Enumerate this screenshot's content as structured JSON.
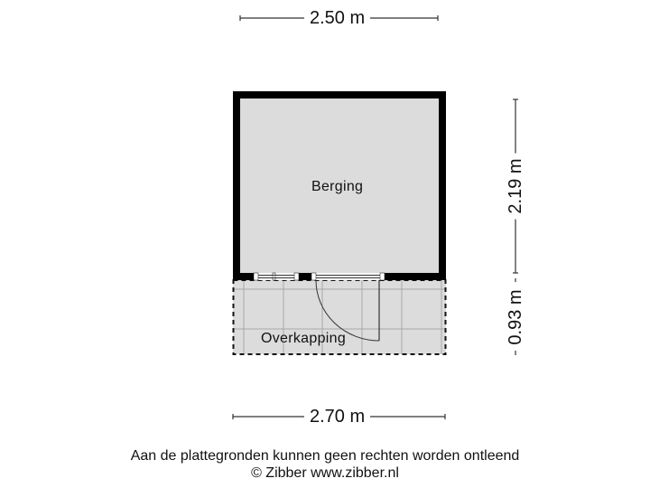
{
  "dimensions": {
    "top": "2.50 m",
    "bottom": "2.70 m",
    "right_upper": "2.19 m",
    "right_lower": "0.93 m"
  },
  "rooms": [
    {
      "name": "Berging"
    },
    {
      "name": "Overkapping"
    }
  ],
  "footer": {
    "disclaimer": "Aan de plattegronden kunnen geen rechten worden ontleend",
    "copyright": "© Zibber www.zibber.nl"
  },
  "colors": {
    "wall": "#000000",
    "floor": "#dcdcdc",
    "grid": "#a8a8a8",
    "dim_line": "#333333"
  }
}
